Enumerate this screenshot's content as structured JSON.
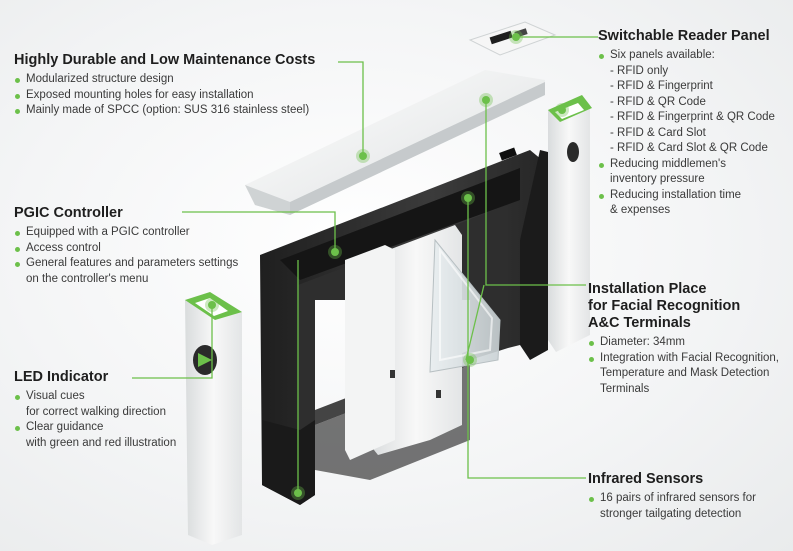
{
  "sections": [
    {
      "id": "durable",
      "heading": [
        "Highly Durable and Low Maintenance Costs"
      ],
      "items": [
        {
          "text": "Modularized structure design",
          "bullet": true
        },
        {
          "text": "Exposed mounting holes for easy installation",
          "bullet": true
        },
        {
          "text": "Mainly made of SPCC (option: SUS 316 stainless steel)",
          "bullet": true
        }
      ]
    },
    {
      "id": "pgic",
      "heading": [
        "PGIC Controller"
      ],
      "items": [
        {
          "text": "Equipped with a PGIC controller",
          "bullet": true
        },
        {
          "text": "Access control",
          "bullet": true
        },
        {
          "text": "General features and parameters settings",
          "bullet": true
        },
        {
          "text": "on the controller's menu",
          "bullet": false
        }
      ]
    },
    {
      "id": "led",
      "heading": [
        "LED Indicator"
      ],
      "items": [
        {
          "text": "Visual cues",
          "bullet": true
        },
        {
          "text": "for correct walking direction",
          "bullet": false
        },
        {
          "text": "Clear guidance",
          "bullet": true
        },
        {
          "text": "with green and red illustration",
          "bullet": false
        }
      ]
    },
    {
      "id": "reader",
      "heading": [
        "Switchable Reader Panel"
      ],
      "items": [
        {
          "text": "Six panels available:",
          "bullet": true
        },
        {
          "text": "- RFID only",
          "bullet": false
        },
        {
          "text": "- RFID & Fingerprint",
          "bullet": false
        },
        {
          "text": "- RFID & QR Code",
          "bullet": false
        },
        {
          "text": "- RFID & Fingerprint & QR Code",
          "bullet": false
        },
        {
          "text": "- RFID & Card Slot",
          "bullet": false
        },
        {
          "text": "- RFID & Card Slot & QR Code",
          "bullet": false
        },
        {
          "text": "Reducing middlemen's",
          "bullet": true
        },
        {
          "text": "inventory pressure",
          "bullet": false
        },
        {
          "text": "Reducing installation time",
          "bullet": true
        },
        {
          "text": "& expenses",
          "bullet": false
        }
      ]
    },
    {
      "id": "install",
      "heading": [
        "Installation Place",
        "for Facial Recognition",
        "A&C Terminals"
      ],
      "items": [
        {
          "text": "Diameter: 34mm",
          "bullet": true
        },
        {
          "text": "Integration with Facial Recognition,",
          "bullet": true
        },
        {
          "text": "Temperature and Mask Detection",
          "bullet": false
        },
        {
          "text": "Terminals",
          "bullet": false
        }
      ]
    },
    {
      "id": "infrared",
      "heading": [
        "Infrared Sensors"
      ],
      "items": [
        {
          "text": "16 pairs of infrared sensors for",
          "bullet": true
        },
        {
          "text": "stronger tailgating detection",
          "bullet": false
        }
      ]
    }
  ],
  "accent_color": "#6cc04a",
  "dark_color": "#2a2a2a"
}
